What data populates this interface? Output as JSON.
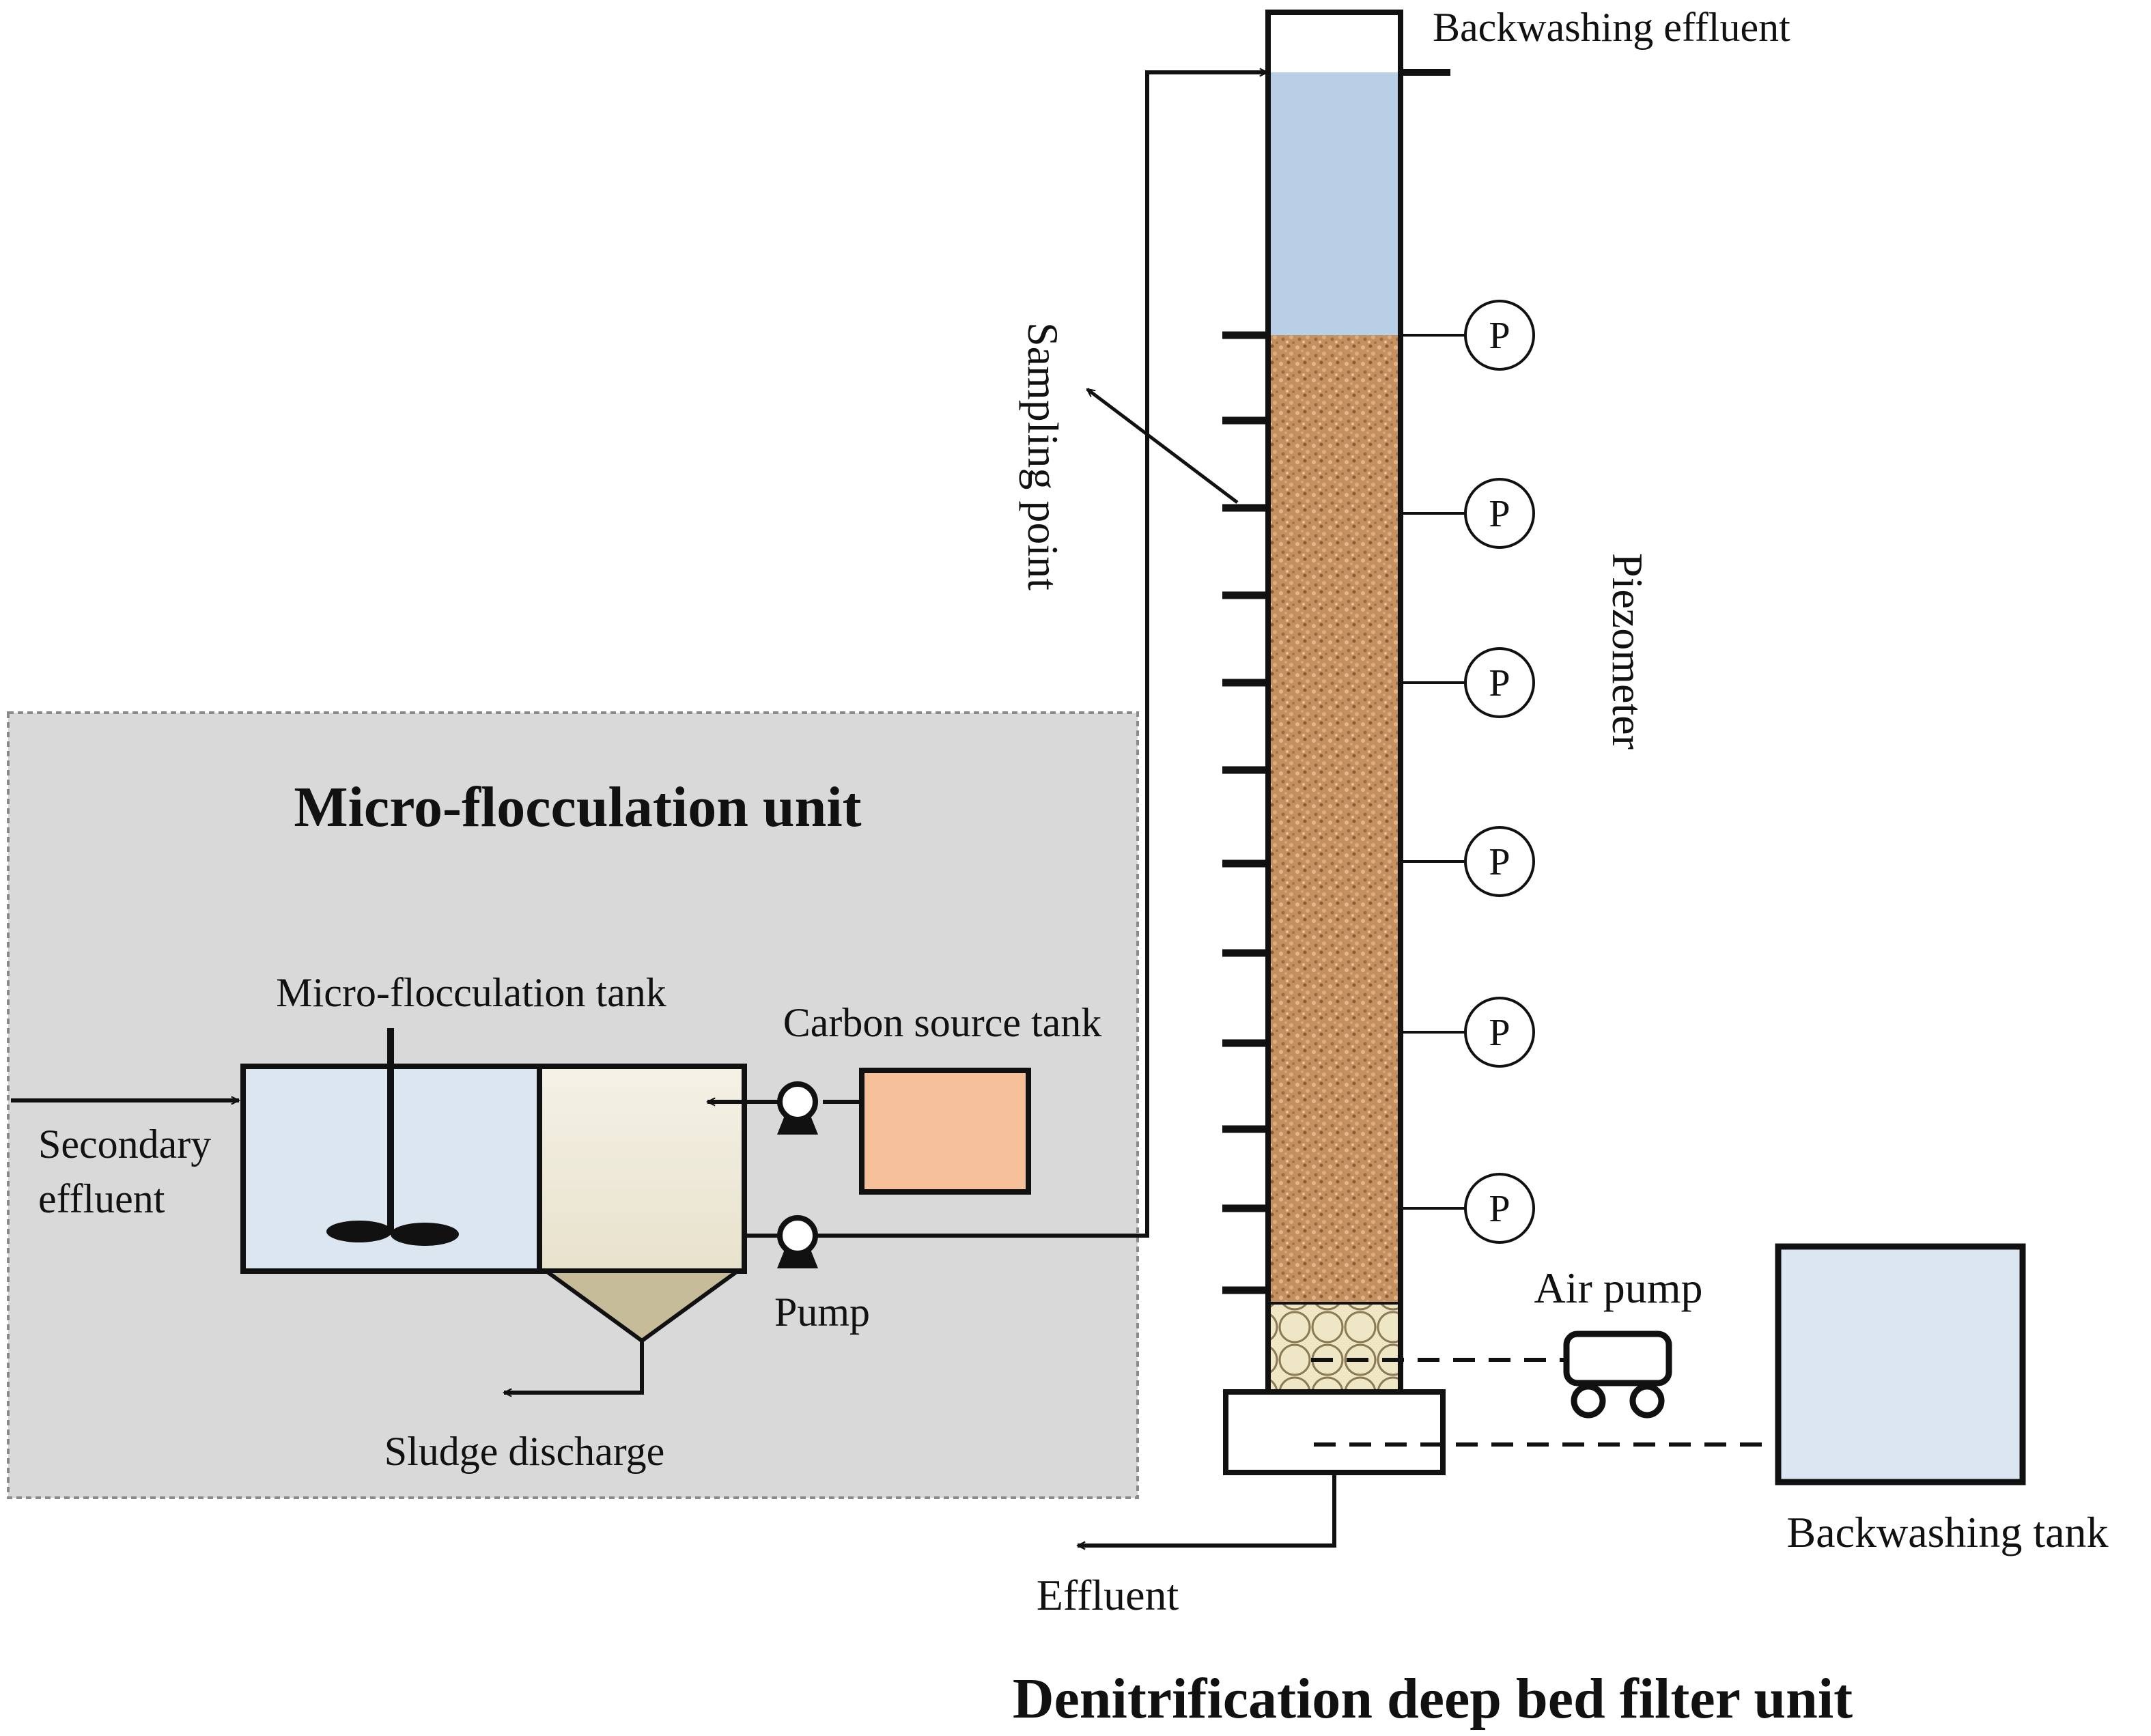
{
  "micro_unit": {
    "title": "Micro-flocculation unit",
    "tank_label": "Micro-flocculation tank",
    "carbon_tank_label": "Carbon source tank",
    "inflow_label_line1": "Secondary",
    "inflow_label_line2": "effluent",
    "pump_label": "Pump",
    "sludge_label": "Sludge discharge"
  },
  "filter_unit": {
    "title": "Denitrification deep bed filter unit",
    "backwash_effluent_label": "Backwashing effluent",
    "sampling_label": "Sampling point",
    "piezometer_label": "Piezometer",
    "piezometer_symbol": "P",
    "air_pump_label": "Air pump",
    "effluent_label": "Effluent",
    "backwash_tank_label": "Backwashing tank"
  },
  "colors": {
    "panel_fill": "#d9d9d9",
    "panel_border": "#8a8a8a",
    "water_fill": "#b9cfe6",
    "tank_light_blue": "#dce6f1",
    "settler_fill": "#eeeadc",
    "cone_fill": "#c7bc9a",
    "carbon_fill": "#f6c19a",
    "media_base": "#c49060",
    "gravel_fill": "#efe6c6",
    "backwash_tank_fill": "#dce6f2"
  }
}
